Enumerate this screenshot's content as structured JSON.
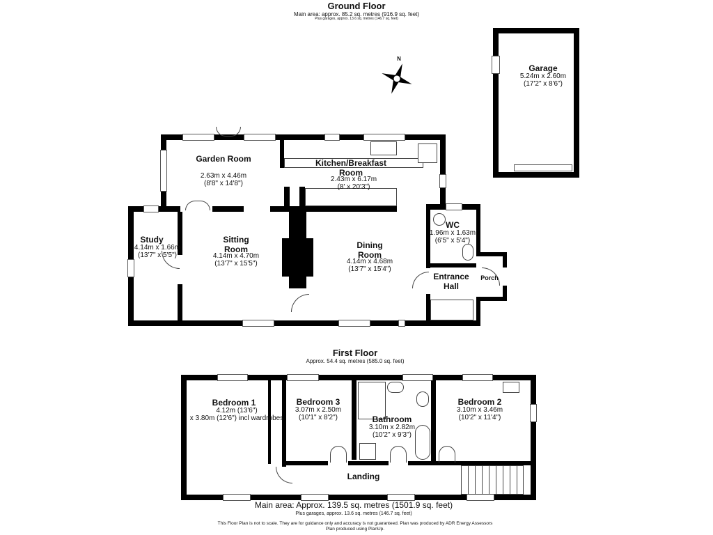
{
  "ground_floor": {
    "title": "Ground Floor",
    "main_area": "Main area: approx. 85.2 sq. metres (916.9 sq. feet)",
    "garages": "Plus garages, approx. 13.6 sq. metres (146.7 sq. feet)",
    "compass_label": "N",
    "rooms": [
      {
        "name": "Garage",
        "dims": "5.24m x 2.60m",
        "imperial": "(17'2\" x 8'6\")"
      },
      {
        "name": "Garden Room",
        "dims": "2.63m x 4.46m",
        "imperial": "(8'8\" x 14'8\")"
      },
      {
        "name": "Kitchen/Breakfast Room",
        "dims": "2.43m x 6.17m",
        "imperial": "(8' x 20'3\")"
      },
      {
        "name": "Study",
        "dims": "4.14m x 1.66m",
        "imperial": "(13'7\" x 5'5\")"
      },
      {
        "name": "Sitting Room",
        "dims": "4.14m x 4.70m",
        "imperial": "(13'7\" x 15'5\")"
      },
      {
        "name": "Dining Room",
        "dims": "4.14m x 4.68m",
        "imperial": "(13'7\" x 15'4\")"
      },
      {
        "name": "WC",
        "dims": "1.96m x 1.63m",
        "imperial": "(6'5\" x 5'4\")"
      },
      {
        "name": "Entrance Hall"
      },
      {
        "name": "Porch"
      }
    ]
  },
  "first_floor": {
    "title": "First Floor",
    "main_area": "Approx. 54.4 sq. metres (585.0 sq. feet)",
    "rooms": [
      {
        "name": "Bedroom 1",
        "dims": "4.12m (13'6\")",
        "imperial": "x 3.80m (12'6\") incl wardrobes"
      },
      {
        "name": "Bedroom 3",
        "dims": "3.07m x 2.50m",
        "imperial": "(10'1\" x 8'2\")"
      },
      {
        "name": "Bathroom",
        "dims": "3.10m x 2.82m",
        "imperial": "(10'2\" x 9'3\")"
      },
      {
        "name": "Bedroom 2",
        "dims": "3.10m x 3.46m",
        "imperial": "(10'2\" x 11'4\")"
      },
      {
        "name": "Landing"
      }
    ]
  },
  "totals": {
    "main_area": "Main area: Approx. 139.5 sq. metres (1501.9 sq. feet)",
    "garages": "Plus garages, approx. 13.6 sq. metres (146.7 sq. feet)"
  },
  "disclaimer": {
    "line1": "This Floor Plan is not to scale. They are for guidance only and accuracy is not guaranteed. Plan was produced by ADR Energy Assessors",
    "line2": "Plan produced using PlanUp."
  }
}
